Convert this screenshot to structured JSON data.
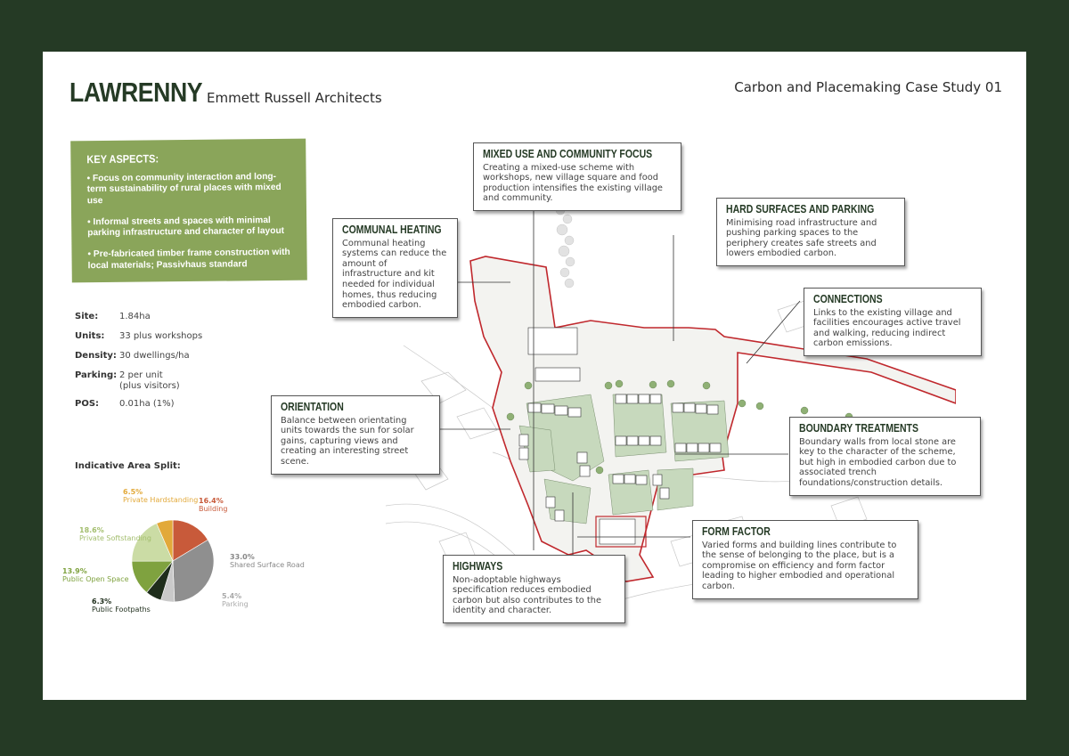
{
  "header": {
    "title": "LAWRENNY",
    "architect": "Emmett Russell Architects",
    "case_study": "Carbon and Placemaking Case Study 01"
  },
  "key_aspects": {
    "heading": "KEY ASPECTS:",
    "items": [
      "• Focus on community interaction and long-term sustainability of rural places with mixed use",
      "• Informal streets and spaces with minimal parking infrastructure and character of layout",
      "• Pre-fabricated timber frame construction with local materials; Passivhaus standard"
    ]
  },
  "stats": [
    {
      "label": "Site:",
      "value": "1.84ha"
    },
    {
      "label": "Units:",
      "value": "33 plus workshops"
    },
    {
      "label": "Density:",
      "value": "30 dwellings/ha"
    },
    {
      "label": "Parking:",
      "value": "2 per unit\n(plus visitors)"
    },
    {
      "label": "POS:",
      "value": "0.01ha (1%)"
    }
  ],
  "area_split": {
    "heading": "Indicative Area Split:",
    "slices": [
      {
        "name": "Building",
        "value": "16.4%",
        "pct": 16.4,
        "color": "#c85a3a"
      },
      {
        "name": "Shared Surface Road",
        "value": "33.0%",
        "pct": 33.0,
        "color": "#8f8f8f"
      },
      {
        "name": "Parking",
        "value": "5.4%",
        "pct": 5.4,
        "color": "#c9c9c9"
      },
      {
        "name": "Public Footpaths",
        "value": "6.3%",
        "pct": 6.3,
        "color": "#1f2e1c"
      },
      {
        "name": "Public Open Space",
        "value": "13.9%",
        "pct": 13.9,
        "color": "#7fa23f"
      },
      {
        "name": "Private Softstanding",
        "value": "18.6%",
        "pct": 18.6,
        "color": "#cbdca5"
      },
      {
        "name": "Private Hardstanding",
        "value": "6.5%",
        "pct": 6.5,
        "color": "#e2a93a"
      }
    ]
  },
  "callouts": {
    "mixed_use": {
      "title": "MIXED USE AND COMMUNITY FOCUS",
      "body": "Creating a mixed-use scheme with workshops, new village square and food production intensifies the existing village and community."
    },
    "communal_heating": {
      "title": "COMMUNAL HEATING",
      "body": "Communal heating systems can reduce the amount of infrastructure and kit needed for individual homes, thus reducing embodied carbon."
    },
    "hard_surfaces": {
      "title": "HARD SURFACES AND PARKING",
      "body": "Minimising road infrastructure and pushing parking spaces to the periphery creates safe streets and lowers embodied carbon."
    },
    "connections": {
      "title": "CONNECTIONS",
      "body": "Links to the existing village and facilities encourages active travel and walking, reducing indirect carbon emissions."
    },
    "orientation": {
      "title": "ORIENTATION",
      "body": "Balance between orientating units towards the sun for solar gains, capturing views and creating an interesting street scene."
    },
    "boundary": {
      "title": "BOUNDARY TREATMENTS",
      "body": "Boundary walls from local stone are key to the character of the scheme, but high in embodied carbon due to associated trench foundations/construction details."
    },
    "form_factor": {
      "title": "FORM FACTOR",
      "body": "Varied forms and building lines contribute to the sense of belonging to the place, but is a compromise on efficiency and form factor leading to higher embodied and operational carbon."
    },
    "highways": {
      "title": "HIGHWAYS",
      "body": "Non-adoptable highways specification reduces embodied carbon but also contributes to the identity and character."
    }
  },
  "colors": {
    "background": "#253a25",
    "accent_green": "#8aa55a",
    "site_boundary": "#c0282d",
    "plan_green": "#c7d9bd"
  }
}
